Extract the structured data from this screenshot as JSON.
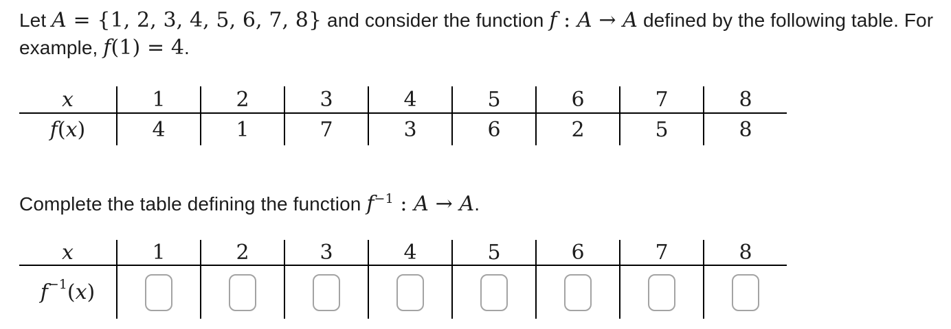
{
  "intro": {
    "part1": "Let ",
    "set_name": "A",
    "equals": " = ",
    "set_values": "{1, 2, 3, 4, 5, 6, 7, 8}",
    "part2": " and consider the function ",
    "f_var": "f",
    "colon": " : ",
    "domain": "A",
    "arrow": " → ",
    "codomain": "A",
    "part3": " defined by the following table. For",
    "part4": "example, ",
    "example_f": "f",
    "example_call": "(1)",
    "example_equals": " = ",
    "example_value": "4",
    "period": "."
  },
  "table_f": {
    "header_label": "x",
    "row_label_f": "f",
    "row_label_open": "(",
    "row_label_x": "x",
    "row_label_close": ")",
    "x_values": [
      "1",
      "2",
      "3",
      "4",
      "5",
      "6",
      "7",
      "8"
    ],
    "f_values": [
      "4",
      "1",
      "7",
      "3",
      "6",
      "2",
      "5",
      "8"
    ]
  },
  "prompt": {
    "part1": "Complete the table defining the function ",
    "f_var": "f",
    "sup": "−1",
    "colon": " : ",
    "domain": "A",
    "arrow": " → ",
    "codomain": "A",
    "period": "."
  },
  "table_finv": {
    "header_label": "x",
    "row_label_f": "f",
    "row_label_sup": "−1",
    "row_label_open": "(",
    "row_label_x": "x",
    "row_label_close": ")",
    "x_values": [
      "1",
      "2",
      "3",
      "4",
      "5",
      "6",
      "7",
      "8"
    ],
    "input_values": [
      "",
      "",
      "",
      "",
      "",
      "",
      "",
      ""
    ]
  },
  "colors": {
    "text": "#1c1c1c",
    "table_line": "#000000",
    "input_border": "#a3a3a3"
  }
}
